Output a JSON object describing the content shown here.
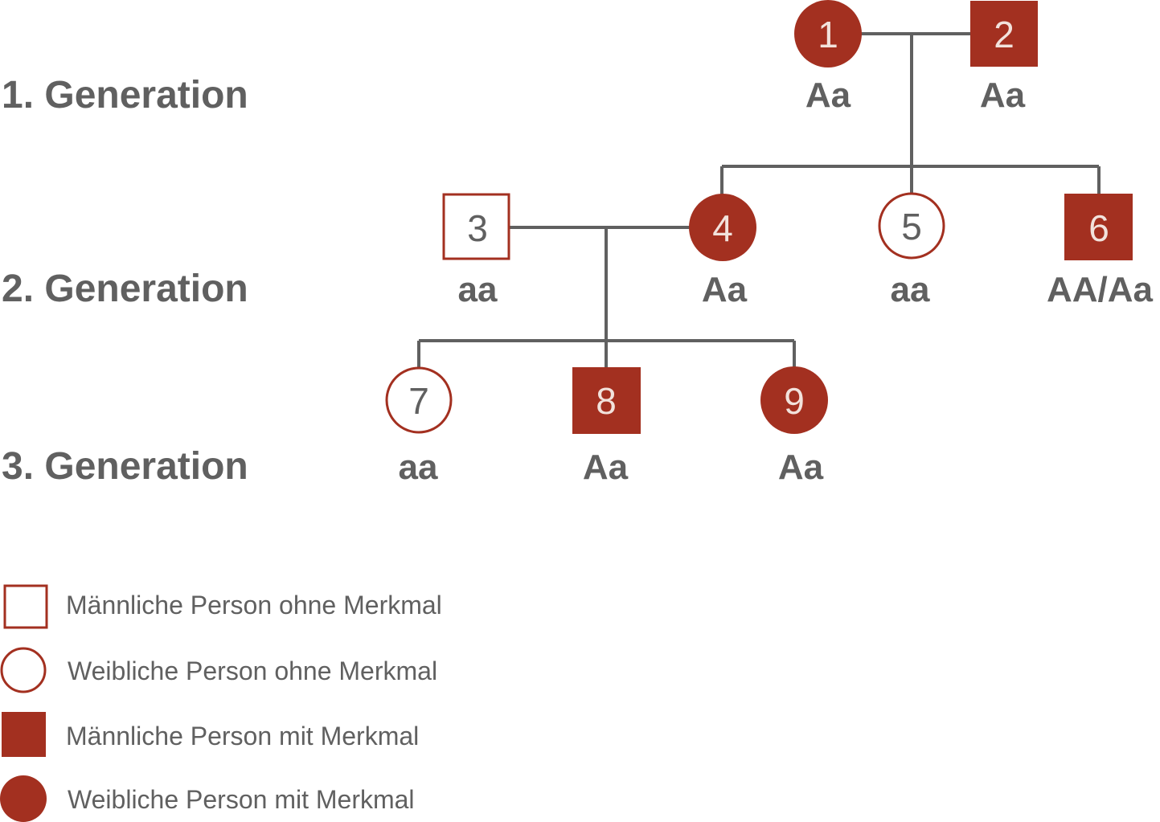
{
  "colors": {
    "affected": "#a33020",
    "line": "#606060",
    "text": "#606060",
    "number_on_filled": "#f2e2dc"
  },
  "generations": [
    {
      "label": "1. Generation"
    },
    {
      "label": "2. Generation"
    },
    {
      "label": "3. Generation"
    }
  ],
  "persons": [
    {
      "id": "1",
      "sex": "female",
      "affected": true,
      "genotype": "Aa"
    },
    {
      "id": "2",
      "sex": "male",
      "affected": true,
      "genotype": "Aa"
    },
    {
      "id": "3",
      "sex": "male",
      "affected": false,
      "genotype": "aa"
    },
    {
      "id": "4",
      "sex": "female",
      "affected": true,
      "genotype": "Aa"
    },
    {
      "id": "5",
      "sex": "female",
      "affected": false,
      "genotype": "aa"
    },
    {
      "id": "6",
      "sex": "male",
      "affected": true,
      "genotype": "AA/Aa"
    },
    {
      "id": "7",
      "sex": "female",
      "affected": false,
      "genotype": "aa"
    },
    {
      "id": "8",
      "sex": "male",
      "affected": true,
      "genotype": "Aa"
    },
    {
      "id": "9",
      "sex": "female",
      "affected": true,
      "genotype": "Aa"
    }
  ],
  "legend": [
    {
      "shape": "square",
      "filled": false,
      "label": "Männliche Person ohne Merkmal"
    },
    {
      "shape": "circle",
      "filled": false,
      "label": "Weibliche Person ohne Merkmal"
    },
    {
      "shape": "square",
      "filled": true,
      "label": "Männliche Person mit Merkmal"
    },
    {
      "shape": "circle",
      "filled": true,
      "label": "Weibliche Person mit Merkmal"
    }
  ]
}
